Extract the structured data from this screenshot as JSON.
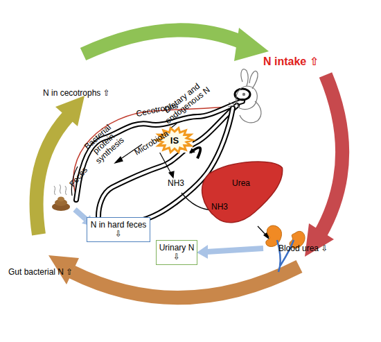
{
  "diagram": {
    "nodes": [
      {
        "text": [
          "IS"
        ]
      },
      {
        "text": [
          "Urea",
          "NH3"
        ]
      },
      {
        "text": [
          "N in hard feces ⇩"
        ]
      },
      {
        "text": [
          "Urinary N ⇩"
        ]
      }
    ],
    "edges": [
      {
        "from": 1,
        "to": 0,
        "arrow": "to"
      }
    ],
    "labels": [
      "N intake ⇧",
      "N in cecotrophs ⇧",
      "Cecotrophs",
      "Dietary and endogenous N",
      "Microbiota",
      "Bacterial protein synthesis",
      "NH3",
      "Feces",
      "Blood urea ⇩",
      "Gut bacterial N ⇧"
    ]
  }
}
